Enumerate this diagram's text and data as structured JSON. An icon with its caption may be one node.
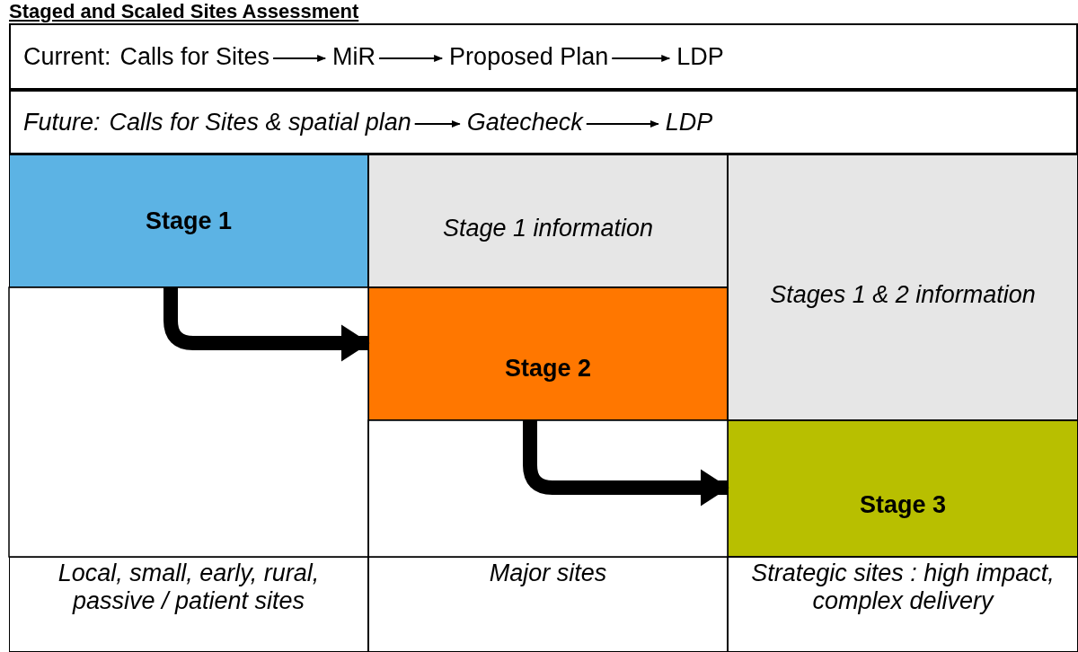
{
  "diagram": {
    "title": "Staged and Scaled Sites Assessment",
    "nodes": [
      {
        "text": [
          "Current:"
        ]
      },
      {
        "text": [
          "Calls for Sites"
        ],
        "in": 0
      },
      {
        "text": [
          "MiR"
        ],
        "in": 0
      },
      {
        "text": [
          "Proposed Plan"
        ],
        "in": 0
      },
      {
        "text": [
          "LDP"
        ],
        "in": 0
      },
      {
        "text": [
          "Future:"
        ]
      },
      {
        "text": [
          "Calls for Sites & spatial plan"
        ],
        "in": 5
      },
      {
        "text": [
          "Gatecheck"
        ],
        "in": 5
      },
      {
        "text": [
          "LDP"
        ],
        "in": 5
      },
      {
        "text": [
          "Stage 1"
        ]
      },
      {
        "text": [
          "Stage 1 information"
        ]
      },
      {
        "text": [
          "Stages 1 & 2 information"
        ]
      },
      {
        "text": [
          "Stage 2"
        ]
      },
      {
        "text": [
          "Stage 3"
        ]
      },
      {
        "text": [
          "Local, small, early, rural, passive / patient sites"
        ]
      },
      {
        "text": [
          "Major sites"
        ]
      },
      {
        "text": [
          "Strategic sites : high impact, complex delivery"
        ]
      }
    ],
    "edges": [
      {
        "from": 1,
        "to": 2,
        "arrow": "to"
      },
      {
        "from": 2,
        "to": 3,
        "arrow": "to"
      },
      {
        "from": 3,
        "to": 4,
        "arrow": "to"
      },
      {
        "from": 6,
        "to": 7,
        "arrow": "to"
      },
      {
        "from": 7,
        "to": 8,
        "arrow": "to"
      },
      {
        "from": 9,
        "to": 12,
        "arrow": "to",
        "style": "thick"
      },
      {
        "from": 12,
        "to": 13,
        "arrow": "to",
        "style": "thick"
      }
    ]
  }
}
